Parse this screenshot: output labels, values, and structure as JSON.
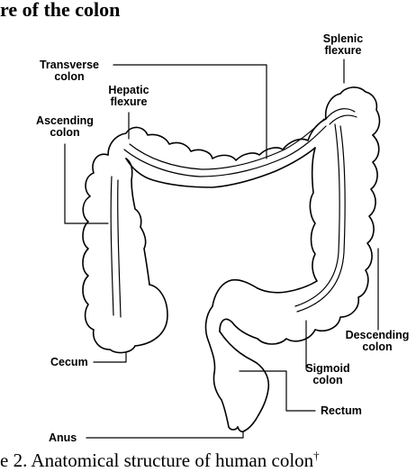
{
  "title": "re of the colon",
  "labels": {
    "transverse_colon": [
      "Transverse",
      "colon"
    ],
    "hepatic_flexure": [
      "Hepatic",
      "flexure"
    ],
    "splenic_flexure": [
      "Splenic",
      "flexure"
    ],
    "ascending_colon": [
      "Ascending",
      "colon"
    ],
    "descending_colon": [
      "Descending",
      "colon"
    ],
    "sigmoid_colon": [
      "Sigmoid",
      "colon"
    ],
    "cecum": "Cecum",
    "rectum": "Rectum",
    "anus": "Anus"
  },
  "caption": "e 2. Anatomical structure of human colon",
  "caption_mark": "†"
}
